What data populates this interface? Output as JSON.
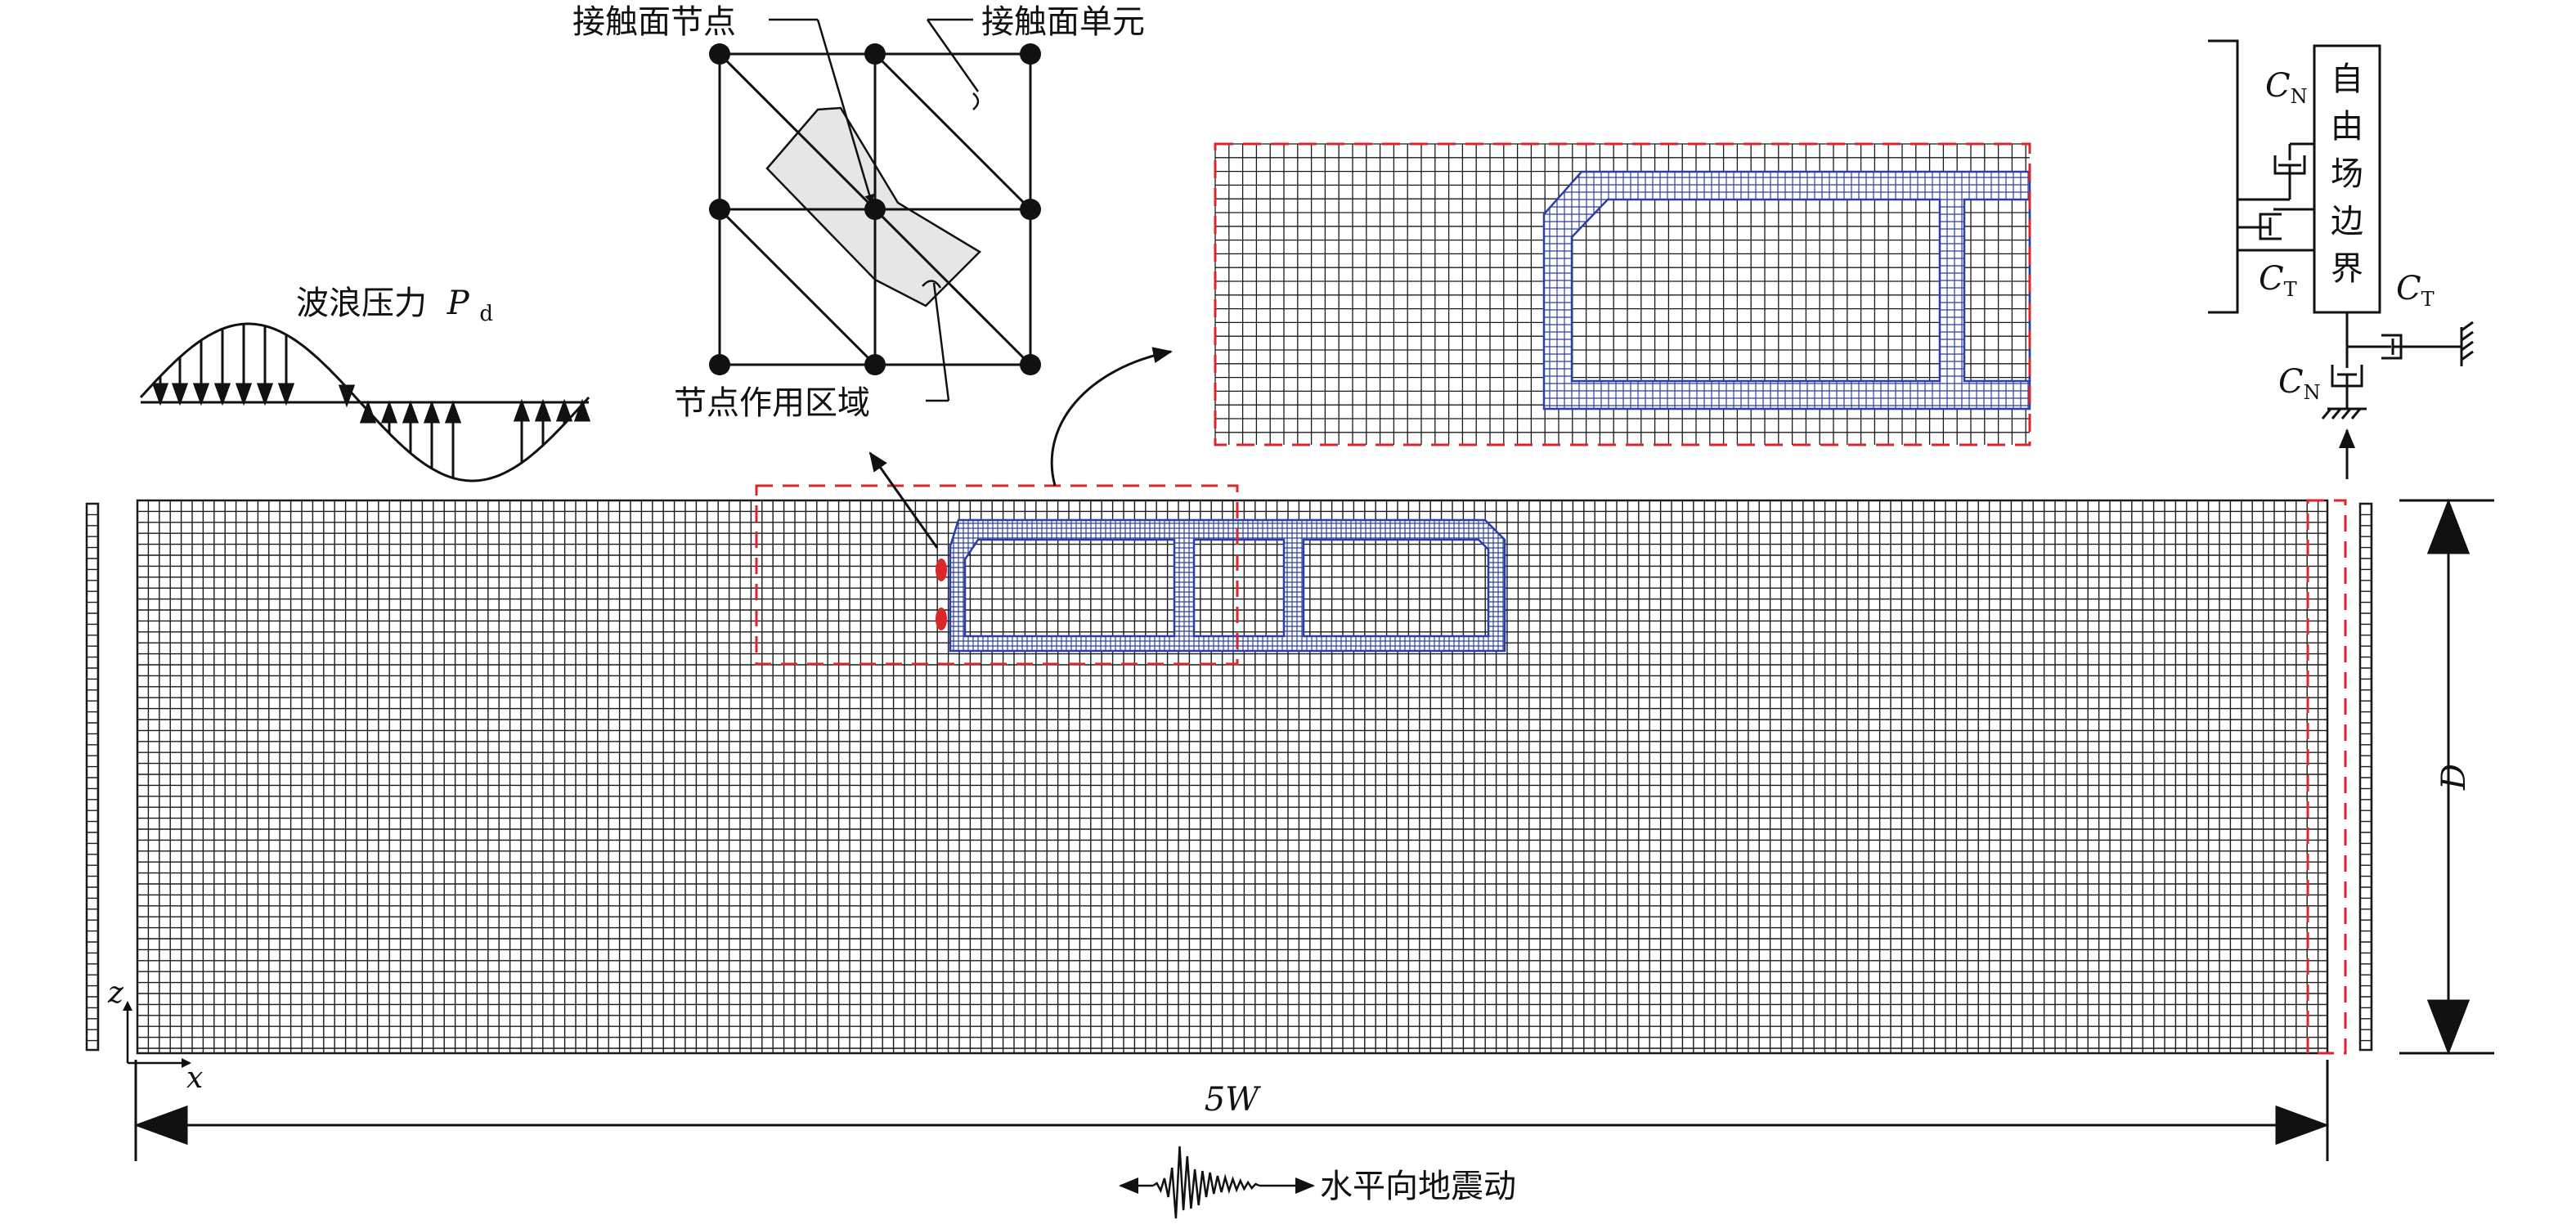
{
  "labels": {
    "contact_node": "接触面节点",
    "contact_element": "接触面单元",
    "node_region": "节点作用区域",
    "wave_pressure": "波浪压力",
    "wave_symbol": "P",
    "wave_sub": "d",
    "free_field": [
      "自",
      "由",
      "场",
      "边",
      "界"
    ],
    "cn": "C",
    "cn_sub": "N",
    "ct": "C",
    "ct_sub": "T",
    "width": "5W",
    "depth": "D",
    "axis_z": "z",
    "axis_x": "x",
    "quake": "水平向地震动"
  },
  "colors": {
    "mesh": "#1a1a1a",
    "structure": "#2b3ea8",
    "highlight": "#d8262b",
    "contact_fill": "#e6e6e6"
  },
  "icons": [
    "arrow-icon",
    "damper-icon",
    "ground-fixed-icon",
    "seismic-wave-icon"
  ]
}
